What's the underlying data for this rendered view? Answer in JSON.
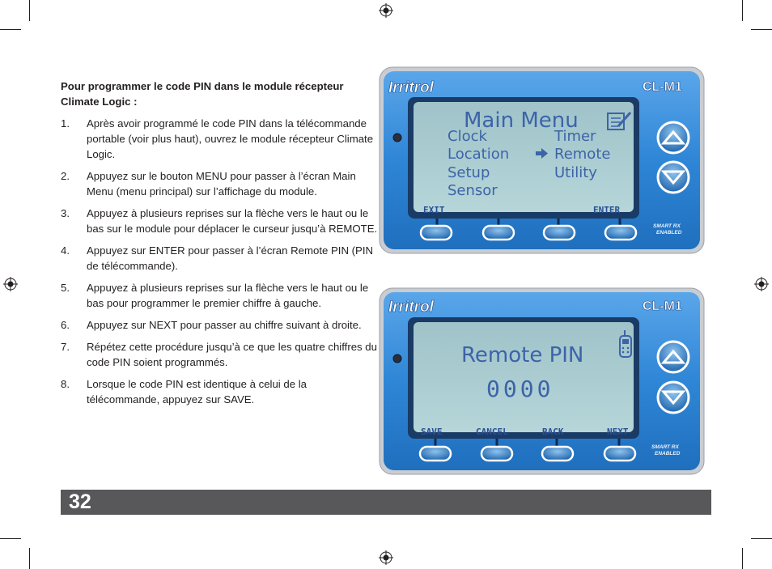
{
  "document": {
    "heading": "Pour programmer le code PIN dans le module récepteur Climate Logic :",
    "steps": [
      {
        "num": "1.",
        "text": "Après avoir programmé le code PIN dans la télécommande portable (voir plus haut), ouvrez le module récepteur Climate Logic."
      },
      {
        "num": "2.",
        "text": "Appuyez sur le bouton MENU pour passer à l’écran Main Menu (menu principal) sur l’affichage du module."
      },
      {
        "num": "3.",
        "text": "Appuyez à plusieurs reprises sur la flèche vers le haut ou le bas sur le module pour déplacer le curseur jusqu’à REMOTE."
      },
      {
        "num": "4.",
        "text": "Appuyez sur ENTER pour passer à l’écran Remote PIN (PIN de télécommande)."
      },
      {
        "num": "5.",
        "text": "Appuyez à plusieurs reprises sur la flèche vers le haut ou le bas pour programmer le premier chiffre à gauche."
      },
      {
        "num": "6.",
        "text": "Appuyez sur NEXT pour passer au chiffre suivant à droite."
      },
      {
        "num": "7.",
        "text": "Répétez cette procédure jusqu’à ce que les quatre chiffres du code PIN soient programmés."
      },
      {
        "num": "8.",
        "text": "Lorsque le code PIN est identique à celui de la télécommande, appuyez sur SAVE."
      }
    ]
  },
  "device_main": {
    "brand": "Irritrol",
    "model": "CL-M1",
    "badge_line1": "SMART RX",
    "badge_line2": "ENABLED",
    "screen_title": "Main Menu",
    "menu_left": [
      "Clock",
      "Location",
      "Setup",
      "Sensor"
    ],
    "menu_right": [
      "Timer",
      "Remote",
      "Utility"
    ],
    "softkeys": [
      "EXIT",
      "",
      "",
      "ENTER"
    ]
  },
  "device_pin": {
    "brand": "Irritrol",
    "model": "CL-M1",
    "badge_line1": "SMART RX",
    "badge_line2": "ENABLED",
    "screen_title": "Remote PIN",
    "pin_value": "0000",
    "softkeys": [
      "SAVE",
      "CANCEL",
      "BACK",
      "NEXT"
    ]
  },
  "footer": {
    "page_number": "32"
  },
  "colors": {
    "device_blue": "#2f86d6",
    "device_frame": "#c9cdd2",
    "lcd_green": "#a9ccd0",
    "lcd_text": "#3d63a8",
    "footer_gray": "#58585a"
  },
  "icons": {
    "menu_screen_icon": "notepad-pencil-icon",
    "pin_screen_icon": "handheld-remote-icon",
    "cursor": "arrow-right-icon",
    "nav_up": "chevron-up-icon",
    "nav_down": "chevron-down-icon"
  }
}
